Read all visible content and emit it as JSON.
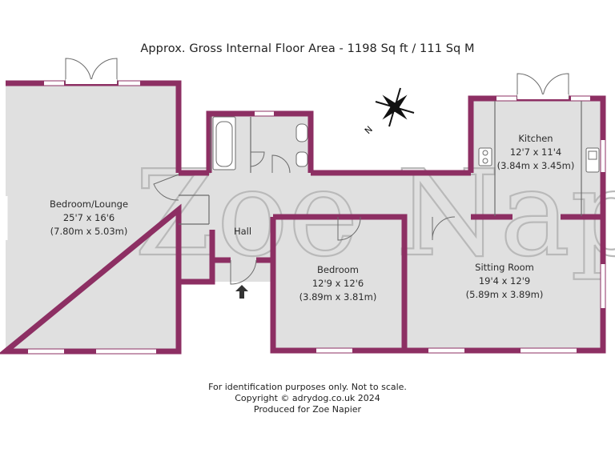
{
  "header": {
    "title": "Approx. Gross Internal Floor Area - 1198 Sq ft / 111 Sq M"
  },
  "rooms": [
    {
      "name": "Bedroom/Lounge",
      "imperial": "25'7 x 16'6",
      "metric": "(7.80m x 5.03m)"
    },
    {
      "name": "Kitchen",
      "imperial": "12'7 x 11'4",
      "metric": "(3.84m x 3.45m)"
    },
    {
      "name": "Hall"
    },
    {
      "name": "Bedroom",
      "imperial": "12'9 x 12'6",
      "metric": "(3.89m x 3.81m)"
    },
    {
      "name": "Sitting Room",
      "imperial": "19'4 x 12'9",
      "metric": "(5.89m x 3.89m)"
    }
  ],
  "compass": {
    "label": "N"
  },
  "watermark": "Zoe Napier",
  "footer": {
    "line1": "For identification purposes only. Not to scale.",
    "line2": "Copyright © adrydog.co.uk 2024",
    "line3": "Produced for Zoe Napier"
  },
  "colors": {
    "wall": "#8d2f63",
    "floor": "#e0e0e0",
    "window": "#ffffff"
  }
}
